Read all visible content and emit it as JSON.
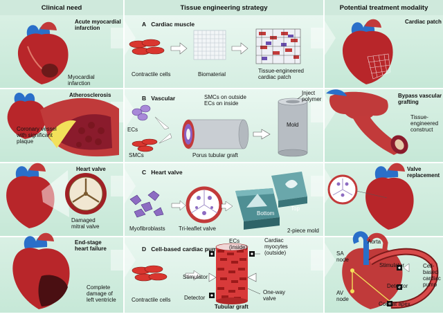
{
  "headers": {
    "clinical": "Clinical need",
    "strategy": "Tissue engineering strategy",
    "modality": "Potential treatment modality"
  },
  "rows": [
    {
      "need_title": "Acute myocardial\ninfarction",
      "need_label": "Myocardial\ninfarction",
      "section_letter": "A",
      "section_title": "Cardiac muscle",
      "strategy_labels": {
        "cells": "Contractile cells",
        "biomaterial": "Biomaterial",
        "patch": "Tissue-engineered\ncardiac patch"
      },
      "treatment_title": "Cardiac patch"
    },
    {
      "need_title": "Atherosclerosis",
      "need_label": "Coronary vessel\nwith significant\nplaque",
      "section_letter": "B",
      "section_title": "Vascular",
      "strategy_labels": {
        "smc_note": "SMCs on outside\nECs on inside",
        "inject": "Inject\npolymer",
        "ecs": "ECs",
        "smcs": "SMCs",
        "mold": "Mold",
        "graft": "Porus tubular graft"
      },
      "treatment_title": "Bypass vascular\ngrafting",
      "treatment_label": "Tissue-\nengineered\nconstruct"
    },
    {
      "need_title": "Heart valve",
      "need_label": "Damaged\nmitral valve",
      "section_letter": "C",
      "section_title": "Heart valve",
      "strategy_labels": {
        "myofibroblasts": "Myofibroblasts",
        "trileaflet": "Tri-leaflet valve",
        "bottom": "Bottom",
        "top": "Top",
        "mold": "2-piece mold"
      },
      "treatment_title": "Valve\nreplacement"
    },
    {
      "need_title": "End-stage\nheart failure",
      "need_label": "Complete\ndamage of\nleft ventricle",
      "section_letter": "D",
      "section_title": "Cell-based cardiac pump",
      "strategy_labels": {
        "cells": "Contractile cells",
        "ecs": "ECs\n(inside)",
        "myocytes": "Cardiac\nmyocytes\n(outside)",
        "stimulator": "Stimulator",
        "detector": "Detector",
        "oneway": "One-way\nvalve",
        "graft": "Tubular graft"
      },
      "treatment_labels": {
        "aorta": "Aorta",
        "sa": "SA\nnode",
        "stimulator": "Stimulator",
        "pump": "Cell-\nbased\ncardiac\npump",
        "av": "AV\nnode",
        "detector": "Detector",
        "core": "Core at apex"
      }
    }
  ]
}
